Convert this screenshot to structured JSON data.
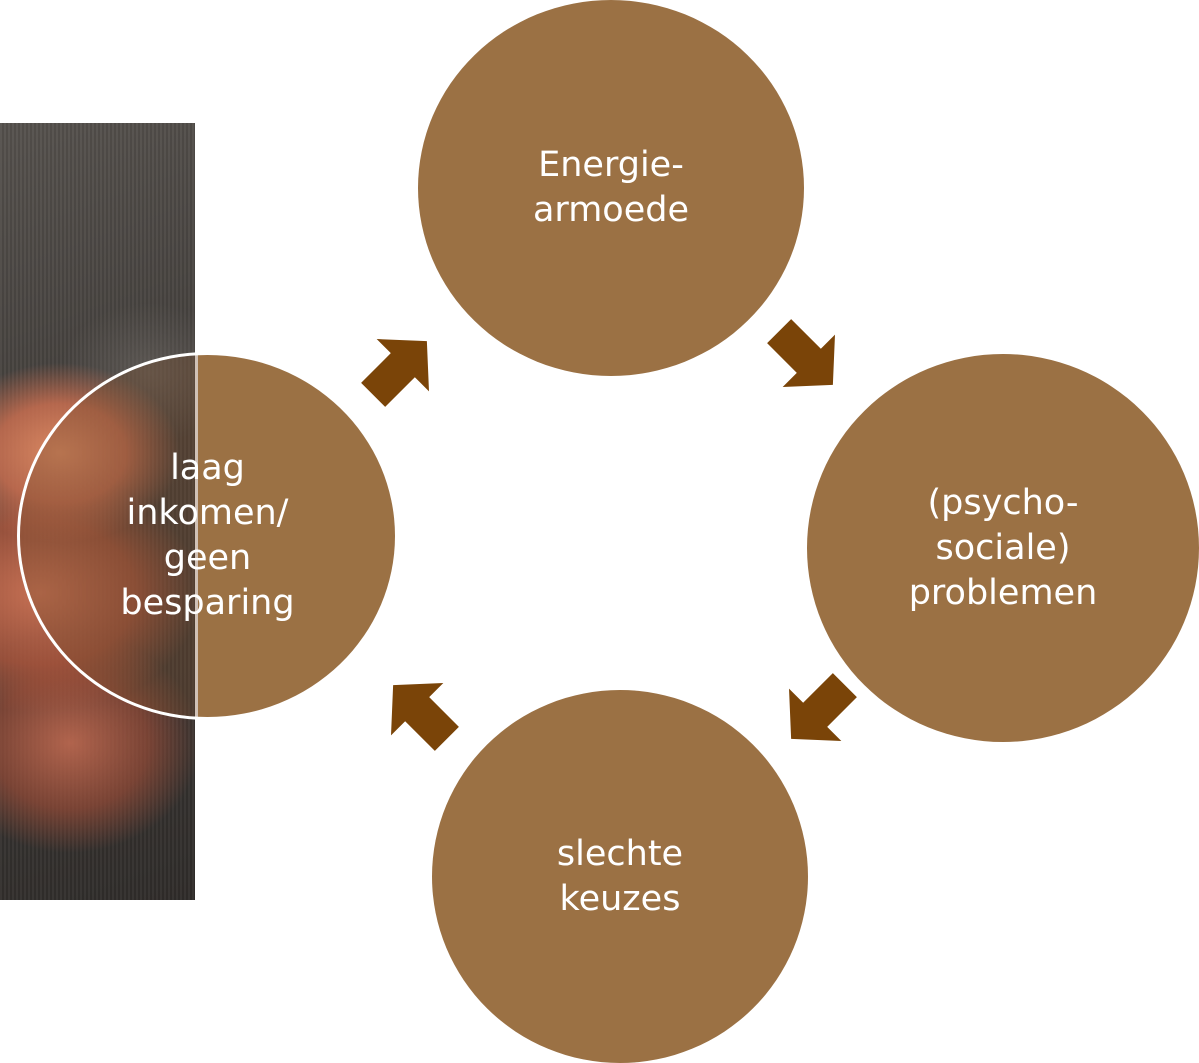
{
  "colors": {
    "node_fill": "#9b7144",
    "arrow_fill": "#7a4408",
    "text": "#ffffff"
  },
  "cycle": [
    {
      "key": "energiearmoede",
      "label": "Energie-\narmoede"
    },
    {
      "key": "problemen",
      "label": "(psycho-\nsociale)\nproblemen"
    },
    {
      "key": "keuzes",
      "label": "slechte\nkeuzes"
    },
    {
      "key": "inkomen",
      "label": "laag\ninkomen/\ngeen\nbesparing"
    }
  ],
  "background_image": {
    "subject": "hands-photo"
  }
}
